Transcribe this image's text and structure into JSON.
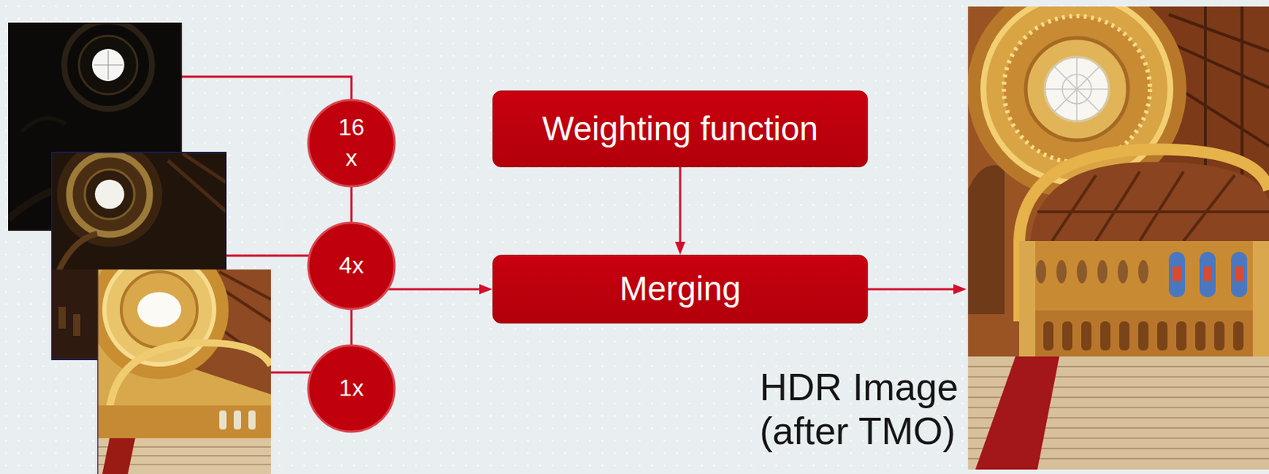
{
  "diagram": {
    "nodes": [
      {
        "text": [
          "16 x"
        ]
      },
      {
        "text": [
          "4x"
        ]
      },
      {
        "text": [
          "1x"
        ]
      },
      {
        "text": [
          "Weighting function"
        ]
      },
      {
        "text": [
          "Merging"
        ]
      }
    ],
    "edges": [
      {
        "from": 0,
        "to": 1,
        "arrow": "none"
      },
      {
        "from": 2,
        "to": 1,
        "arrow": "none"
      },
      {
        "from": 1,
        "to": 4,
        "arrow": "to"
      },
      {
        "from": 3,
        "to": 4,
        "arrow": "to"
      }
    ],
    "labels": [
      "HDR Image (after TMO)"
    ]
  }
}
